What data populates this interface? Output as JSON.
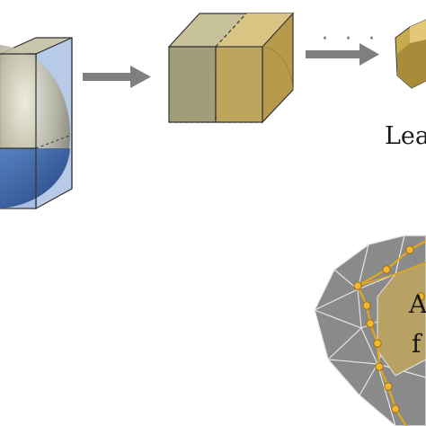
{
  "labels": {
    "leaf": "Lea",
    "face_line1": "A",
    "face_line2": "f",
    "ellipsis": "· · ·"
  },
  "colors": {
    "background": "#ffffff",
    "arrow": "#7f7f7f",
    "cube_olive": "#a9a47f",
    "cube_olive_dark": "#8f8a66",
    "cube_gold": "#c8ad63",
    "cube_gold_dark": "#a88e45",
    "sphere_blue": "#2f5fa8",
    "sphere_blue_light": "#9fb9e0",
    "mesh_gray": "#8a8a8a",
    "mesh_gray_dark": "#6e6e6e",
    "mesh_highlight": "#b8a164",
    "polyline_orange": "#e0a81a",
    "dot_fill": "#f2b632"
  }
}
